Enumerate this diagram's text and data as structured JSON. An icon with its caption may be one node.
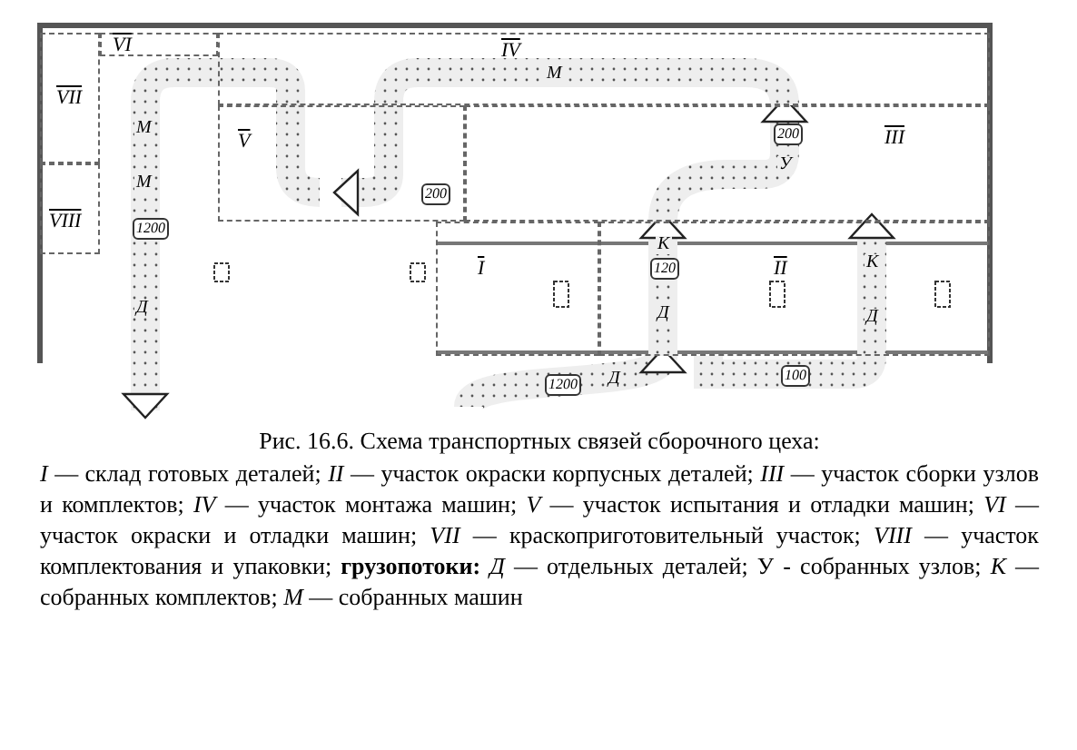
{
  "diagram": {
    "title": "Рис. 16.6. Схема транспортных связей сборочного цеха:",
    "caption": "*I* — склад готовых деталей; *II* — участок окраски корпусных деталей; *III* — участок сборки узлов и комплектов; *IV* — участок монтажа машин; *V* — участок испытания и отладки машин; *VI* — участок окраски и отладки машин; *VII* — краскоприготовительный участок; *VIII* — участок комплектования и упаковки;  **грузопотоки:** *Д* — отдельных деталей; У - собранных узлов; *К* — собранных комплектов; *М* — собранных машин",
    "nodes": [
      {
        "text": [
          "I"
        ]
      },
      {
        "text": [
          "II"
        ]
      },
      {
        "text": [
          "III"
        ]
      },
      {
        "text": [
          "IV"
        ]
      },
      {
        "text": [
          "V"
        ]
      },
      {
        "text": [
          "VI"
        ]
      },
      {
        "text": [
          "VII"
        ]
      },
      {
        "text": [
          "VIII"
        ]
      }
    ],
    "edges": [
      {
        "from": null,
        "to": 1,
        "arrow": "to"
      },
      {
        "from": 1,
        "to": 2,
        "arrow": "to"
      },
      {
        "from": 1,
        "to": 2,
        "arrow": "to"
      },
      {
        "from": 2,
        "to": 3,
        "arrow": "to"
      },
      {
        "from": 3,
        "to": 4,
        "arrow": "to"
      },
      {
        "from": 4,
        "to": 3,
        "arrow": "none"
      },
      {
        "from": 3,
        "to": null,
        "arrow": "to"
      }
    ],
    "labels": [
      "М",
      "М",
      "200",
      "200",
      "У",
      "М",
      "1200",
      "К",
      "120",
      "К",
      "Д",
      "Д",
      "Д",
      "100",
      "Д",
      "1200"
    ]
  }
}
